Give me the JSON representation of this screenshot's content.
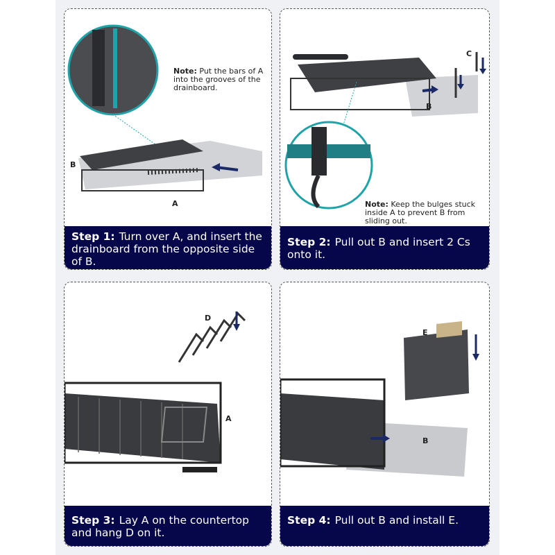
{
  "steps": [
    {
      "step_label": "Step 1:",
      "text": "Turn over A, and insert the drainboard from the opposite side of B.",
      "note_label": "Note:",
      "note_text": "Put the bars of A into the grooves of the drainboard.",
      "labels": [
        "A",
        "B"
      ]
    },
    {
      "step_label": "Step 2:",
      "text": "Pull out B and insert 2 Cs onto it.",
      "note_label": "Note:",
      "note_text": "Keep the bulges stuck inside A to prevent B from sliding out.",
      "labels": [
        "B",
        "C"
      ]
    },
    {
      "step_label": "Step 3:",
      "text": "Lay A on the countertop and hang D on it.",
      "labels": [
        "A",
        "D"
      ]
    },
    {
      "step_label": "Step 4:",
      "text": "Pull out B and install E.",
      "labels": [
        "B",
        "E"
      ]
    }
  ],
  "colors": {
    "caption_bg": "#06064a",
    "rack": "#3a3b3e",
    "drainboard": "#c9cacd",
    "inset_ring": "#1fa3a8",
    "arrow": "#1b2a66"
  }
}
